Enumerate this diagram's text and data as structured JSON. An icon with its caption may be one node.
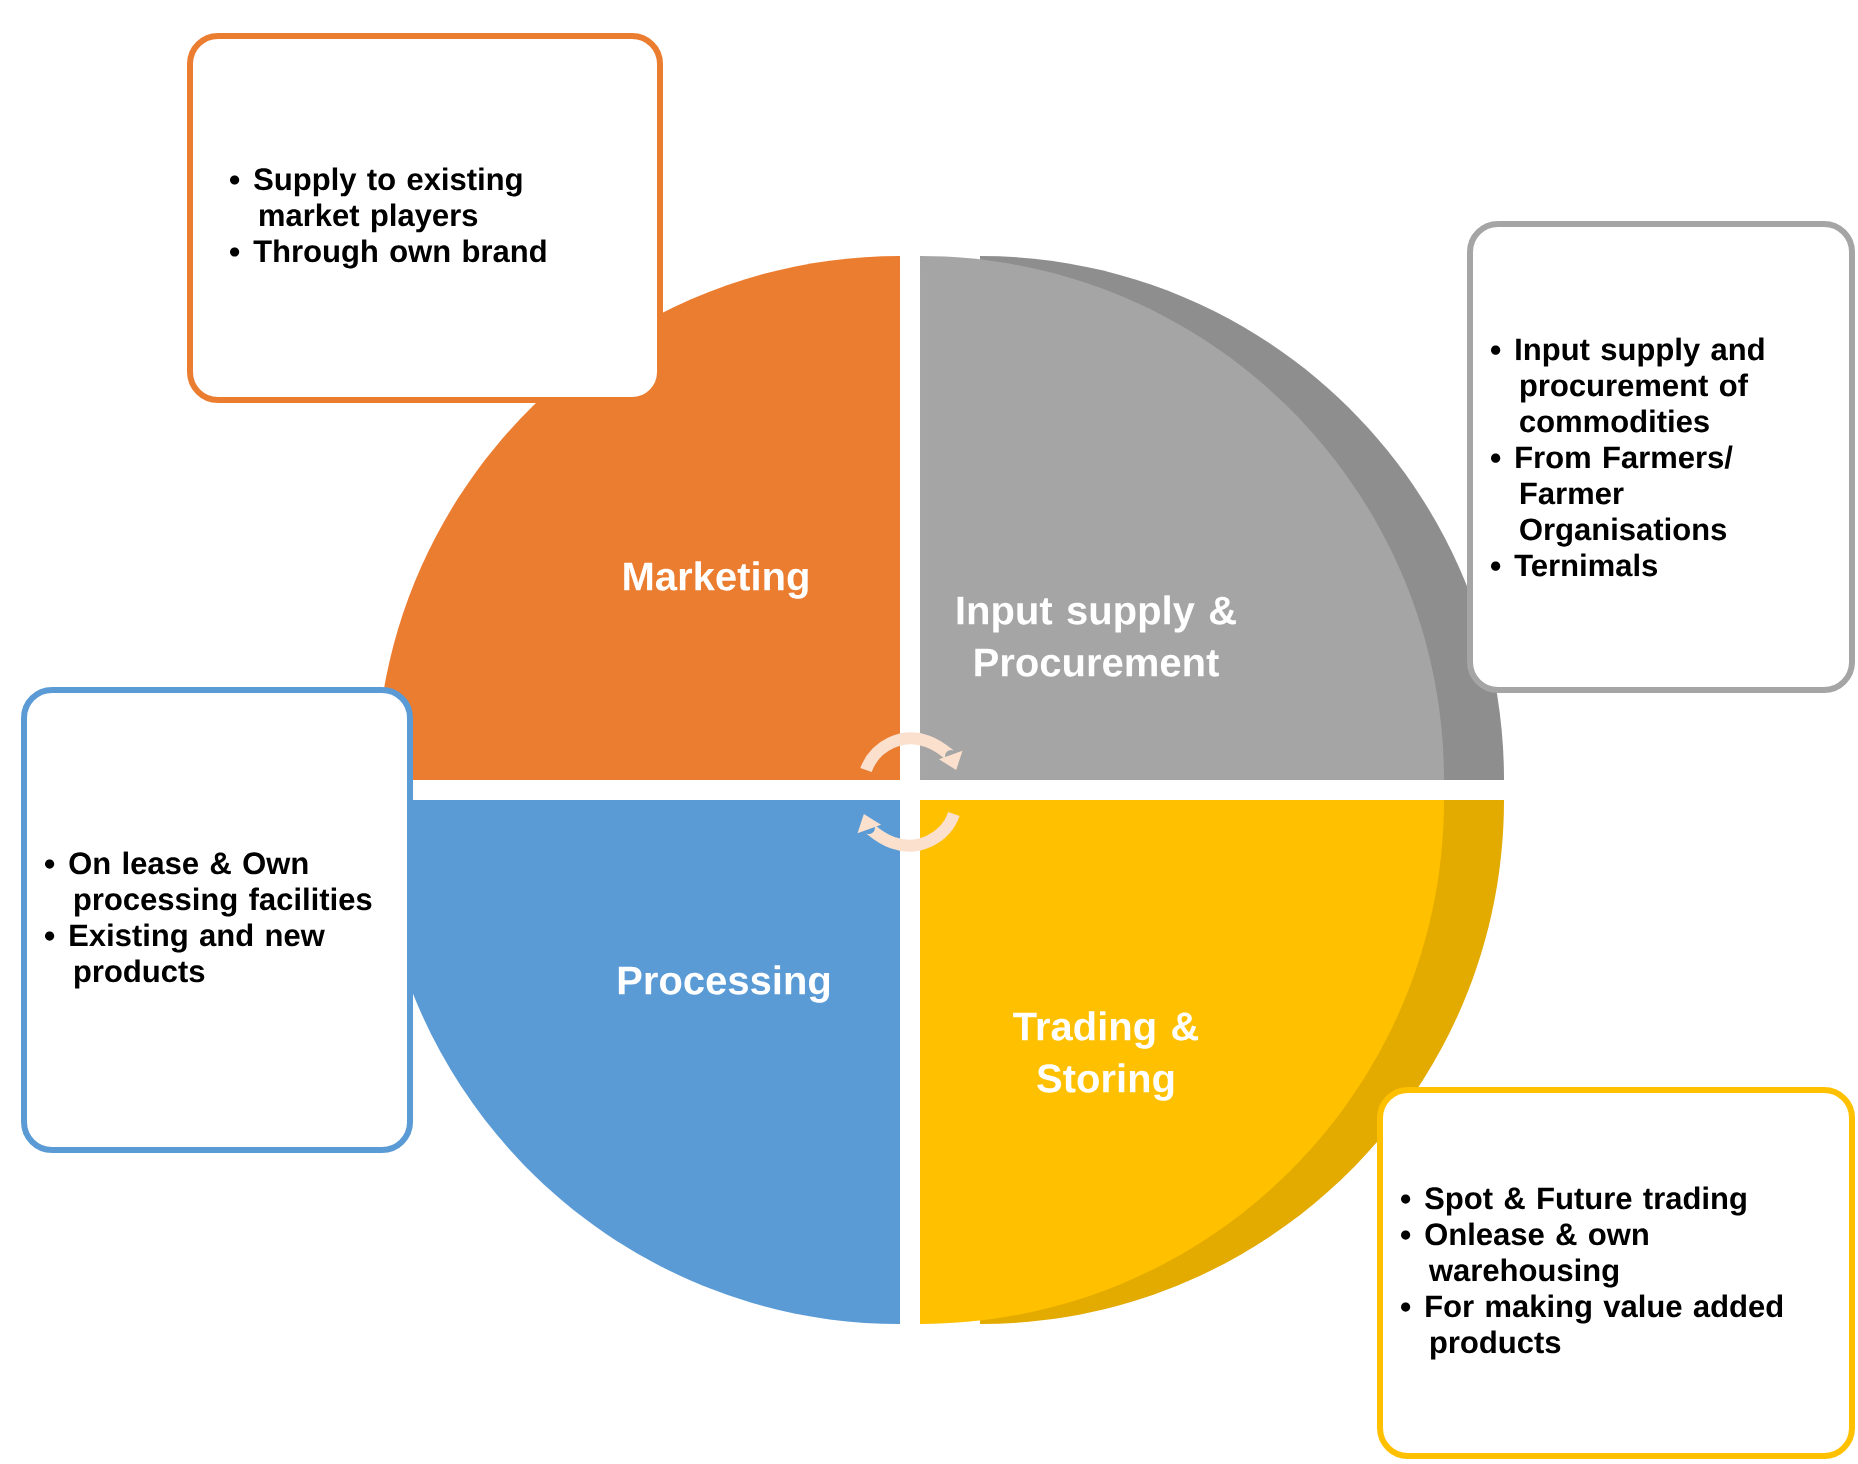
{
  "diagram": {
    "nodes": [
      {
        "text": [
          "Supply to existing market players",
          "Through own brand"
        ]
      },
      {
        "text": [
          "Input supply and procurement of commodities",
          "From Farmers/ Farmer Organisations",
          "Ternimals"
        ]
      },
      {
        "text": [
          "Marketing"
        ]
      },
      {
        "text": [
          "Input supply & Procurement"
        ]
      },
      {
        "text": [
          "On lease & Own processing facilities",
          "Existing and new products"
        ]
      },
      {
        "text": [
          "Processing"
        ]
      },
      {
        "text": [
          "Trading & Storing"
        ]
      },
      {
        "text": [
          "Spot & Future trading",
          "Onlease & own warehousing",
          "For making value added products"
        ]
      }
    ],
    "edges": [
      {
        "from": 2,
        "to": 3,
        "arrow": "to"
      },
      {
        "from": 6,
        "to": 5,
        "arrow": "to"
      }
    ]
  }
}
